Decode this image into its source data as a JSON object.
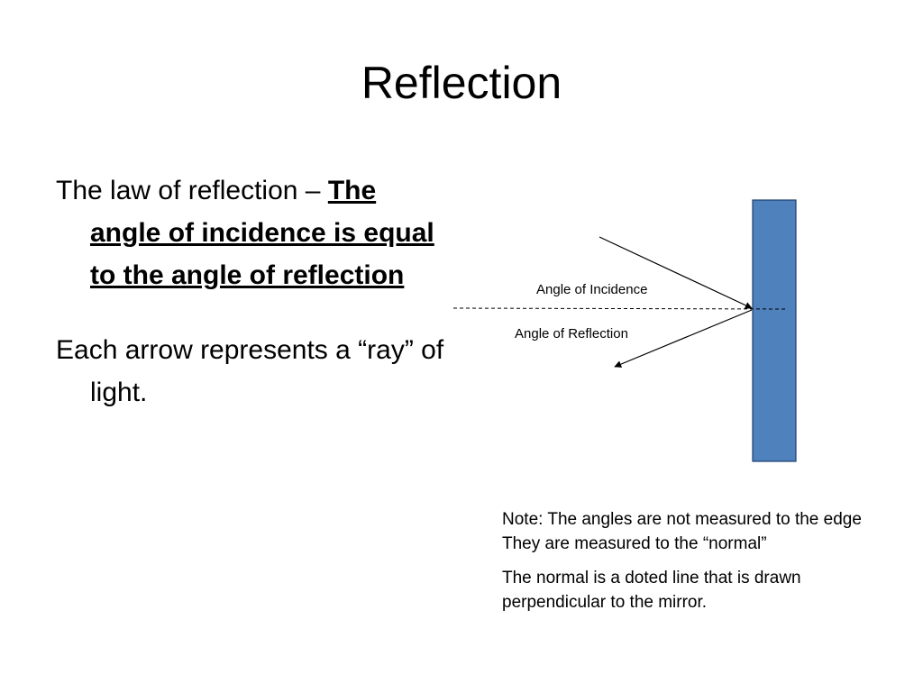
{
  "slide": {
    "title": "Reflection"
  },
  "bullets": {
    "law_prefix": "The law of reflection – ",
    "law_statement": "The angle of incidence is equal to the angle of reflection",
    "ray_note": "Each arrow represents a “ray” of light."
  },
  "diagram": {
    "incidence_label": "Angle of Incidence",
    "reflection_label": "Angle of Reflection",
    "mirror_color": "#4F81BD",
    "mirror_border": "#1F3F6F"
  },
  "notes": {
    "note1": "Note: The angles are not measured to the edge They are measured to the “normal”",
    "note2": "The normal is a doted line that is drawn perpendicular to the mirror."
  }
}
